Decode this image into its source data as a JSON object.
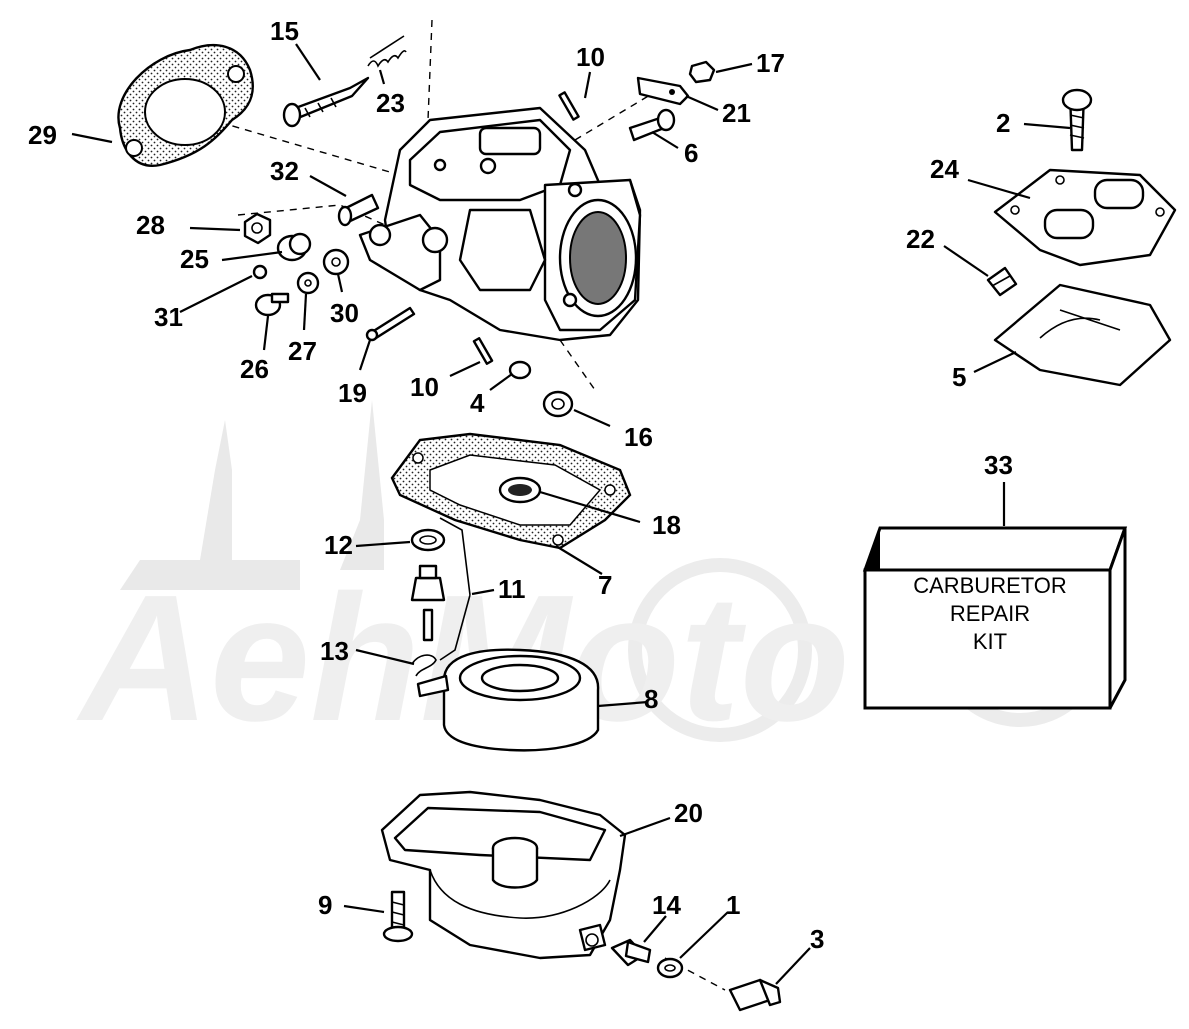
{
  "diagram": {
    "kit_label_lines": [
      "CARBURETOR",
      "REPAIR",
      "KIT"
    ],
    "watermark_text": "AehMoto",
    "callouts": [
      {
        "id": "15",
        "label": "15"
      },
      {
        "id": "23",
        "label": "23"
      },
      {
        "id": "10a",
        "label": "10"
      },
      {
        "id": "17",
        "label": "17"
      },
      {
        "id": "21",
        "label": "21"
      },
      {
        "id": "6",
        "label": "6"
      },
      {
        "id": "29",
        "label": "29"
      },
      {
        "id": "32",
        "label": "32"
      },
      {
        "id": "28",
        "label": "28"
      },
      {
        "id": "25",
        "label": "25"
      },
      {
        "id": "31",
        "label": "31"
      },
      {
        "id": "30",
        "label": "30"
      },
      {
        "id": "27",
        "label": "27"
      },
      {
        "id": "26",
        "label": "26"
      },
      {
        "id": "19",
        "label": "19"
      },
      {
        "id": "10b",
        "label": "10"
      },
      {
        "id": "4",
        "label": "4"
      },
      {
        "id": "16",
        "label": "16"
      },
      {
        "id": "2",
        "label": "2"
      },
      {
        "id": "24",
        "label": "24"
      },
      {
        "id": "22",
        "label": "22"
      },
      {
        "id": "5",
        "label": "5"
      },
      {
        "id": "33",
        "label": "33"
      },
      {
        "id": "18",
        "label": "18"
      },
      {
        "id": "12",
        "label": "12"
      },
      {
        "id": "11",
        "label": "11"
      },
      {
        "id": "7",
        "label": "7"
      },
      {
        "id": "13",
        "label": "13"
      },
      {
        "id": "8",
        "label": "8"
      },
      {
        "id": "20",
        "label": "20"
      },
      {
        "id": "9",
        "label": "9"
      },
      {
        "id": "14",
        "label": "14"
      },
      {
        "id": "1",
        "label": "1"
      },
      {
        "id": "3",
        "label": "3"
      }
    ]
  }
}
